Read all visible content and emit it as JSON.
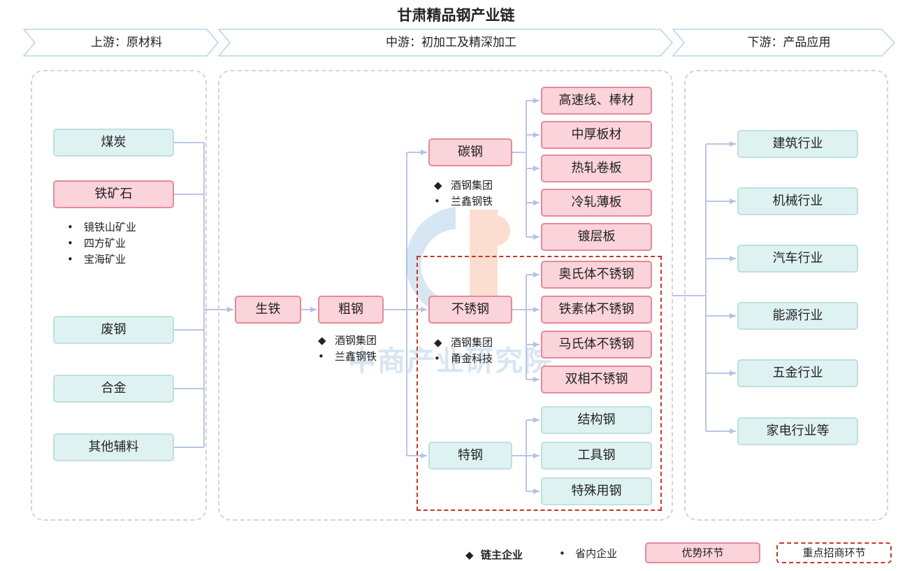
{
  "title": "甘肃精品钢产业链",
  "stages": {
    "upstream": "上游：原材料",
    "midstream": "中游：初加工及精深加工",
    "downstream": "下游：产品应用"
  },
  "upstream": {
    "coal": "煤炭",
    "iron_ore": "铁矿石",
    "iron_ore_companies": [
      "镜铁山矿业",
      "四方矿业",
      "宝海矿业"
    ],
    "scrap": "废钢",
    "alloy": "合金",
    "other": "其他辅料"
  },
  "midstream": {
    "pig_iron": "生铁",
    "crude_steel": "粗钢",
    "crude_steel_companies": [
      {
        "marker": "◆",
        "name": "酒钢集团"
      },
      {
        "marker": "•",
        "name": "兰鑫钢铁"
      }
    ],
    "carbon_steel": "碳钢",
    "carbon_steel_companies": [
      {
        "marker": "◆",
        "name": "酒钢集团"
      },
      {
        "marker": "•",
        "name": "兰鑫钢铁"
      }
    ],
    "carbon_products": [
      "高速线、棒材",
      "中厚板材",
      "热轧卷板",
      "冷轧薄板",
      "镀层板"
    ],
    "stainless": "不锈钢",
    "stainless_companies": [
      {
        "marker": "◆",
        "name": "酒钢集团"
      },
      {
        "marker": "•",
        "name": "甬金科技"
      }
    ],
    "stainless_products": [
      "奥氏体不锈钢",
      "铁素体不锈钢",
      "马氏体不锈钢",
      "双相不锈钢"
    ],
    "special": "特钢",
    "special_products": [
      "结构钢",
      "工具钢",
      "特殊用钢"
    ]
  },
  "downstream": {
    "items": [
      "建筑行业",
      "机械行业",
      "汽车行业",
      "能源行业",
      "五金行业",
      "家电行业等"
    ]
  },
  "watermark": "中商产业研究院",
  "legend": {
    "chain_master_marker": "◆",
    "chain_master": "链主企业",
    "in_province_marker": "•",
    "in_province": "省内企业",
    "advantage": "优势环节",
    "key_investment": "重点招商环节"
  },
  "colors": {
    "teal_fill": "#dff2f2",
    "pink_fill": "#fbd3da",
    "pink_border": "#e58a99",
    "connector": "#b9c6e6",
    "key_box": "#c0392b"
  }
}
